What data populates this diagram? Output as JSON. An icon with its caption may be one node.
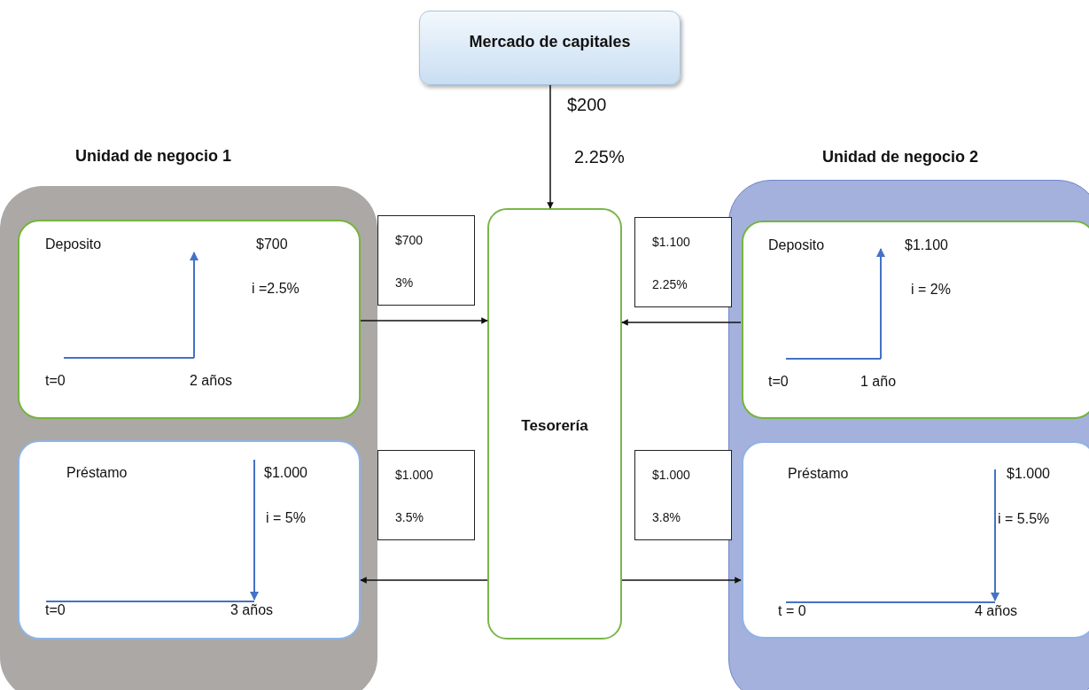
{
  "diagram": {
    "nodes": [
      {
        "text": [
          "Mercado de capitales"
        ]
      },
      {
        "text": [
          "Tesorería"
        ]
      },
      {
        "text": [
          "Unidad de negocio 1"
        ]
      },
      {
        "text": [
          "Deposito",
          "$700",
          "i =2.5%",
          "t=0",
          "2 años"
        ],
        "in": 2
      },
      {
        "text": [
          "Préstamo",
          "$1.000",
          "i = 5%",
          "t=0",
          "3 años"
        ],
        "in": 2
      },
      {
        "text": [
          "Unidad de negocio 2"
        ]
      },
      {
        "text": [
          "Deposito",
          "$1.100",
          "i = 2%",
          "t=0",
          "1 año"
        ],
        "in": 5
      },
      {
        "text": [
          "Préstamo",
          "$1.000",
          "i = 5.5%",
          "t = 0",
          "4 años"
        ],
        "in": 5
      },
      {
        "text": [
          "$700",
          "3%"
        ]
      },
      {
        "text": [
          "$1.100",
          "2.25%"
        ]
      },
      {
        "text": [
          "$1.000",
          "3.5%"
        ]
      },
      {
        "text": [
          "$1.000",
          "3.8%"
        ]
      }
    ],
    "edges": [
      {
        "from": 0,
        "to": 1,
        "arrow": "to"
      },
      {
        "from": 3,
        "to": 1,
        "arrow": "to"
      },
      {
        "from": 6,
        "to": 1,
        "arrow": "to"
      },
      {
        "from": 1,
        "to": 4,
        "arrow": "to"
      },
      {
        "from": 1,
        "to": 7,
        "arrow": "to"
      }
    ],
    "labels": [
      "$200",
      "2.25%"
    ]
  }
}
